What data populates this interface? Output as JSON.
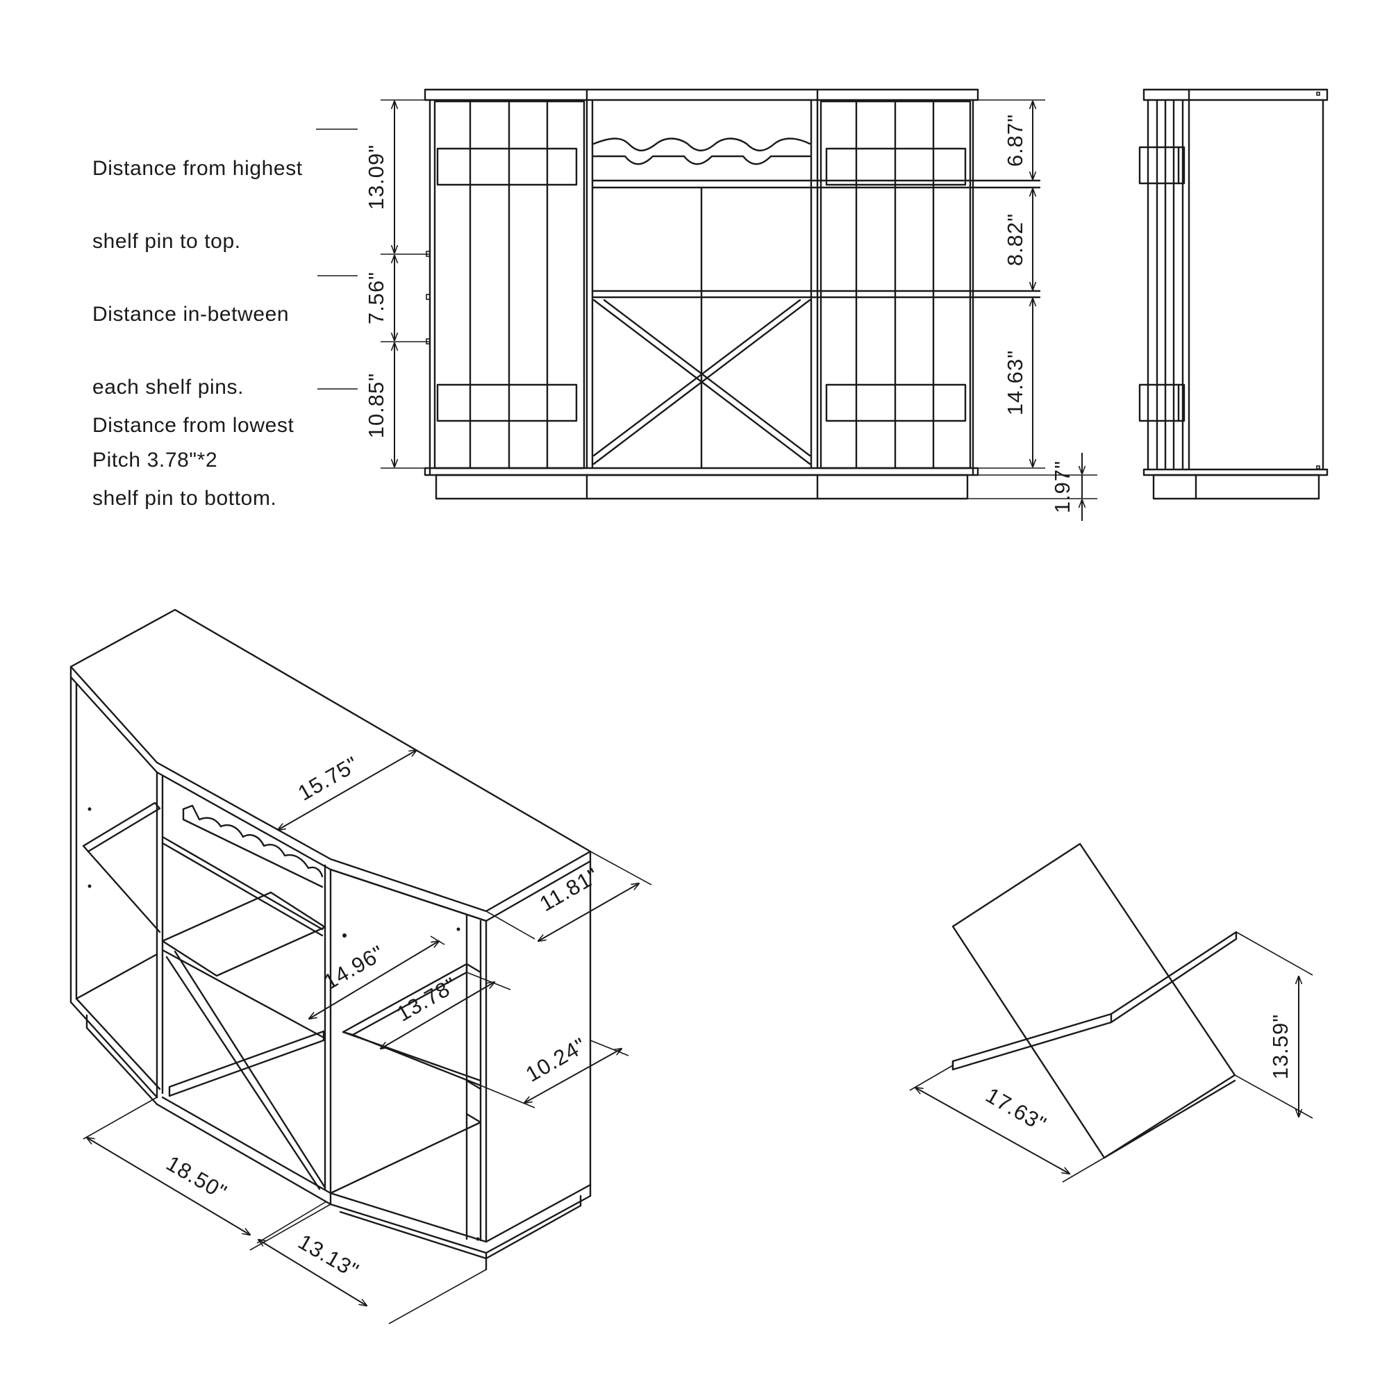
{
  "notes": {
    "highest": [
      "Distance from highest",
      "shelf pin to top."
    ],
    "between": [
      "Distance in-between",
      "each shelf pins.",
      "Pitch 3.78\"*2"
    ],
    "lowest": [
      "Distance from lowest",
      "shelf pin to bottom."
    ]
  },
  "dimensions": {
    "left_top": "13.09\"",
    "left_mid": "7.56\"",
    "left_bottom": "10.85\"",
    "right_top": "6.87\"",
    "right_mid": "8.82\"",
    "right_bottom": "14.63\"",
    "plinth": "1.97\"",
    "iso_top_depth": "15.75\"",
    "iso_side_depth": "11.81\"",
    "iso_inner_width": "14.96\"",
    "iso_shelf_width": "13.78\"",
    "iso_shelf_depth": "10.24\"",
    "iso_front_width": "18.50\"",
    "iso_side_width": "13.13\"",
    "rack_width": "17.63\"",
    "rack_height": "13.59\""
  }
}
